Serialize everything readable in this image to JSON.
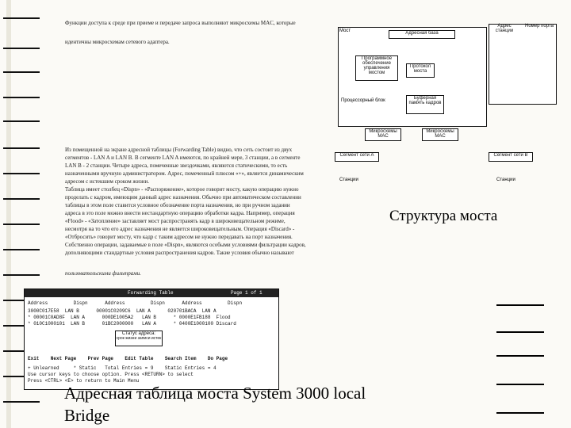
{
  "left_text_top": [
    "Функции доступа к среде при приеме и передаче запроса выполняют микросхемы MAC, которые",
    "идентичны микросхемам сетевого адаптера."
  ],
  "left_text_body": [
    "Из помещенной на экране адресной таблицы (Forwarding Table) видно, что сеть состоит из двух",
    "сегментов - LAN A и LAN B. В сегменте LAN A имеются, по крайней мере, 3 станции, а в сегменте",
    "LAN B - 2 станции. Четыре адреса, помеченные звездочками, являются статическими, то есть",
    "назначенными вручную администратором. Адрес, помеченный плюсом «+», является динамическим",
    "адресом с истекшим сроком жизни.",
    "Таблица имеет столбец «Dispn» - «Распоряжение», которое говорит мосту, какую операцию нужно",
    "проделать с кадром, имеющим данный адрес назначения. Обычно при автоматическом составлении",
    "таблицы в этом поле ставится условное обозначение порта назначения, но при ручном задании",
    "адреса в это поле можно внести нестандартную операцию обработки кадра. Например, операция",
    "«Flood» - «Затопление» заставляет мост распространять кадр в широковещательном режиме,",
    "несмотря на то что его адрес назначения не является широковещательным. Операция «Discard» -",
    "«Отбросить» говорит мосту, что кадр с таким адресом не нужно передавать на порт назначения.",
    "Собственно операции, задаваемые в поле «Dispn», являются особыми условиями фильтрации кадров,",
    "дополняющими стандартные условия распространения кадров. Такие условия обычно называют"
  ],
  "left_text_italic": "пользовательскими фильтрами.",
  "right_title": "Структура моста",
  "caption": "Адресная таблица моста System 3000 local Bridge",
  "diagram": {
    "bridge_label": "Мост",
    "address_base": "Адресная база",
    "address_col": "Адрес станции",
    "port_col": "Номер порта",
    "software": "Программное обеспечение управления мостом",
    "protocol": "Протокол моста",
    "processor": "Процессорный блок",
    "buffer": "Буферная память кадров",
    "mac1": "Микросхемы MAC",
    "mac2": "Микросхемы MAC",
    "seg_a": "Сегмент сети А",
    "seg_b": "Сегмент сети В",
    "stations": "Станции"
  },
  "table_shot": {
    "title": "Forwarding Table",
    "page": "Page 1 of 1",
    "header": "Address         Dispn      Address         Dispn      Address         Dispn",
    "rows": [
      "3000C017E58  LAN B      00001C0209C6  LAN A      020701BACA  LAN A",
      "* 00001C0AD8F  LAN A      000DE1005A2   LAN B      * 0000E1FB188  Flood",
      "* 010C1000101  LAN B      01BC2000000   LAN A      * 0400E1000100 Discard"
    ],
    "status_label": "Статус адреса:",
    "status_sub": "срок жизни записи истек",
    "menu": "Exit    Next Page    Prev Page    Edit Table    Search Item    Do Page",
    "footer1": "+ Unlearned     * Static   Total Entries = 9    Static Entries = 4",
    "footer2": "Use cursor keys to choose option. Press <RETURN> to select",
    "footer3": "Press <CTRL> <E> to return to Main Menu"
  }
}
